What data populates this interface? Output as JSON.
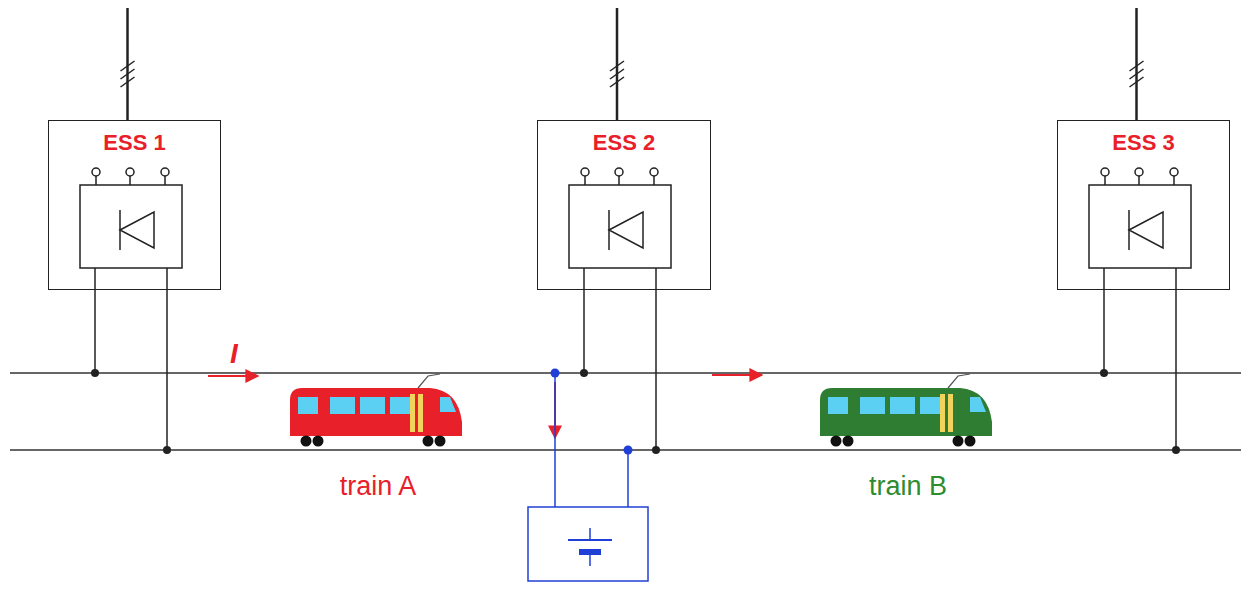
{
  "diagram": {
    "nodes": [
      {
        "text": [
          "ESS 1"
        ]
      },
      {
        "text": [
          "ESS 2"
        ]
      },
      {
        "text": [
          "ESS 3"
        ]
      }
    ],
    "labels": [
      "I",
      "train A",
      "train B"
    ]
  }
}
